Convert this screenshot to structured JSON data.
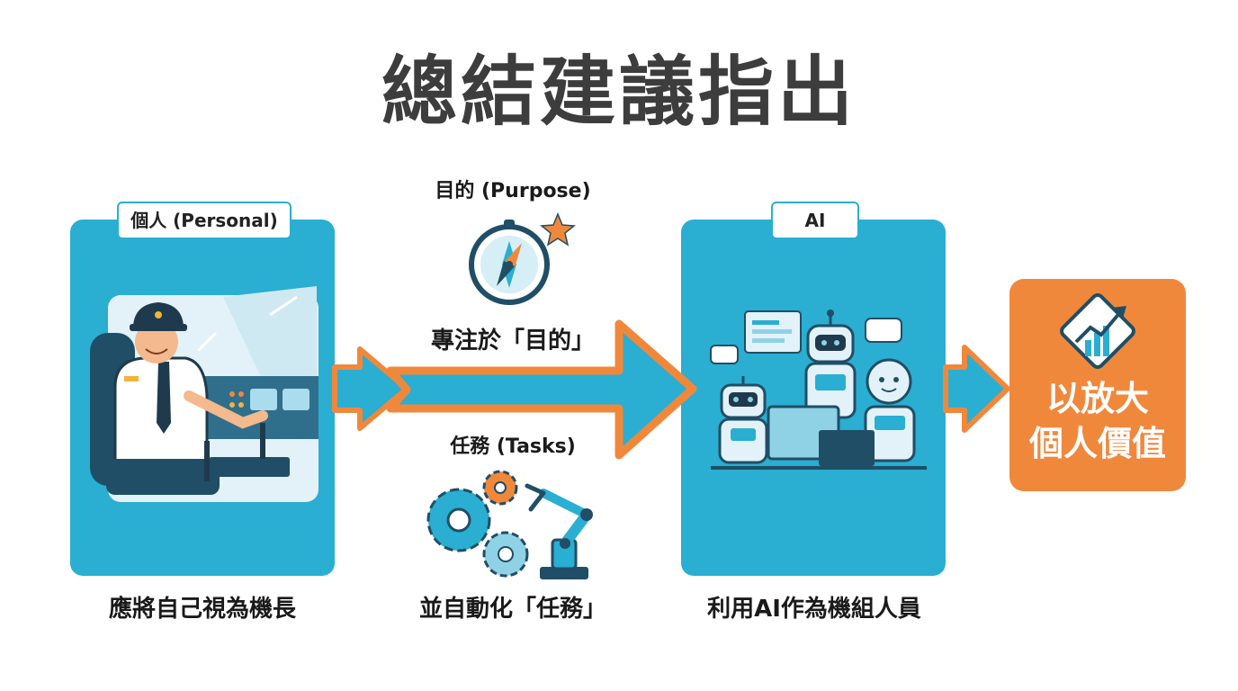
{
  "title": "總結建議指出",
  "personal": {
    "tag": "個人 (Personal)",
    "caption": "應將自己視為機長"
  },
  "middle": {
    "purpose_label": "目的 (Purpose)",
    "arrow_text": "專注於「目的」",
    "tasks_label": "任務 (Tasks)",
    "caption": "並自動化「任務」"
  },
  "ai": {
    "tag": "AI",
    "caption": "利用AI作為機組人員"
  },
  "result": {
    "line1": "以放大",
    "line2": "個人價值"
  },
  "colors": {
    "panel_blue": "#2aaed2",
    "accent_orange": "#f0883c",
    "text_dark": "#3d3d3d"
  },
  "icons": [
    "pilot-illustration",
    "compass-icon",
    "star-icon",
    "gears-icon",
    "robot-arm-icon",
    "robots-team-illustration",
    "growth-chart-icon"
  ]
}
